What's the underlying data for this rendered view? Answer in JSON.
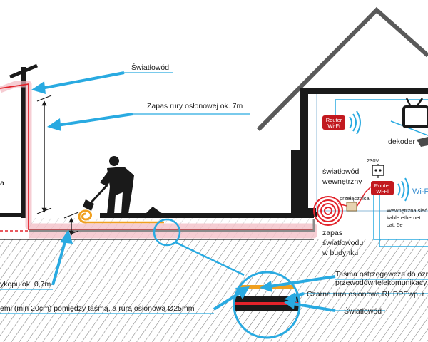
{
  "labels": {
    "fiber_top": "Światłowód",
    "conduit_reserve": "Zapas rury osłonowej ok. 7m",
    "left_cut": "a",
    "trench_depth": "ykopu ok. 0,7m",
    "ground_gap": "emi (min 20cm) pomiędzy taśmą, a rurą osłonową Ø25mm",
    "router_top_1": "Router",
    "router_top_2": "Wi-Fi",
    "decoder": "dekoder",
    "voltage": "230V",
    "indoor_fiber_1": "światłowód",
    "indoor_fiber_2": "wewnętrzny",
    "patch": "przełącznica",
    "router_mid_1": "Router",
    "router_mid_2": "Wi-Fi",
    "wifi": "Wi-Fi",
    "internal_net_1": "Wewnętrzna sieć",
    "internal_net_2": "kable ethernet",
    "internal_net_3": "cat. 5e",
    "reserve_1": "zapas",
    "reserve_2": "światłowodu",
    "reserve_3": "w budynku",
    "tape_1": "Taśma ostrzegawcza do ozn",
    "tape_2": "przewodów telekomunikacy",
    "black_pipe": "Czarna rura osłonowa RHDPEwp, r",
    "fiber_bottom": "Światłowód"
  },
  "colors": {
    "accent_blue": "#29aae1",
    "fiber_red": "#e2232b",
    "ground_black": "#1a1a1a",
    "router_red": "#c2191f",
    "tape_orange": "#f0a020",
    "pipe_gray": "#8a8a8a",
    "wall_light": "#c6dceb"
  },
  "icons": [
    "tv-icon",
    "wifi-signal-icon",
    "power-socket-icon",
    "worker-shovel-icon",
    "fiber-coil-icon",
    "router-icon",
    "decoder-icon"
  ]
}
